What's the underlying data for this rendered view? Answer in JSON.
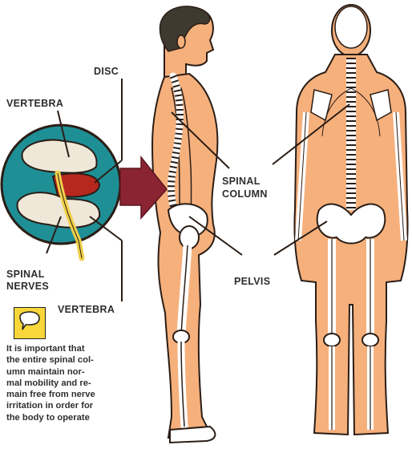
{
  "labels": {
    "disc": "DISC",
    "vertebra_top": "VERTEBRA",
    "spinal_column_line1": "SPINAL",
    "spinal_column_line2": "COLUMN",
    "spinal_nerves_line1": "SPINAL",
    "spinal_nerves_line2": "NERVES",
    "pelvis": "PELVIS",
    "vertebra_bottom": "VERTEBRA"
  },
  "caption": {
    "lines": [
      "It is important that",
      "the entire spinal col-",
      "umn maintain nor-",
      "mal mobility and re-",
      "main free from nerve",
      "irritation in order for",
      "the body to operate"
    ]
  },
  "colors": {
    "skin": "#f6b07c",
    "bone": "#ffffff",
    "outline": "#2a1d16",
    "teal": "#1f8f96",
    "disc_red": "#b6281e",
    "arrow": "#8a2432",
    "hair": "#3f3a30",
    "nerve": "#f1d04a",
    "icon_yellow": "#f9d73a"
  },
  "icons": {
    "comment": "comment-icon",
    "arrow": "arrow-right-icon"
  }
}
